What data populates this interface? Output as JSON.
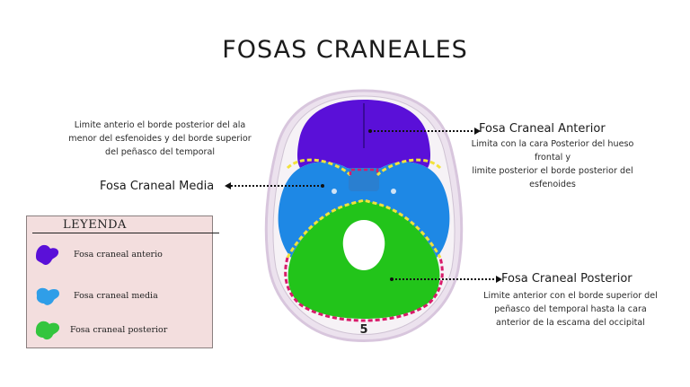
{
  "title": "FOSAS CRANEALES",
  "anterior": {
    "label": "Fosa Craneal Anterior",
    "desc_lines": [
      "Limita  con la cara Posterior del hueso",
      "frontal y",
      "limite posterior el borde posterior del",
      "esfenoides"
    ]
  },
  "media": {
    "label": "Fosa Craneal Media",
    "desc_lines": [
      "Limite anterio el borde posterior del ala",
      "menor del esfenoides y del borde superior",
      "del peñasco del temporal"
    ]
  },
  "posterior": {
    "label": "Fosa Craneal Posterior",
    "desc_lines": [
      "Limite anterior con el borde superior del",
      "peñasco del temporal hasta la cara",
      "anterior de la escama del occipital"
    ]
  },
  "figure_number": "5",
  "legend": {
    "title": "LEYENDA",
    "items": [
      {
        "label": "Fosa craneal anterio",
        "color": "#5a10d8",
        "icon": "purple-blob-icon"
      },
      {
        "label": "Fosa craneal media",
        "color": "#2f9ee8",
        "icon": "blue-blob-icon"
      },
      {
        "label": "Fosa craneal posterior",
        "color": "#34c53e",
        "icon": "green-blob-icon"
      }
    ]
  },
  "colors": {
    "anterior": "#5a10d8",
    "media": "#1e88e5",
    "posterior": "#22c41a",
    "border_yellow": "#f2e23a",
    "border_pink": "#d81b6a",
    "skull_outer": "#e6d9ea"
  }
}
